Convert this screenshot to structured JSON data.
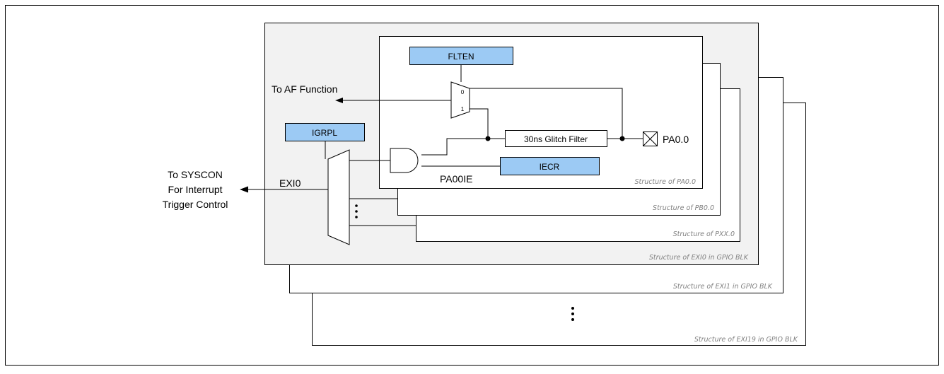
{
  "diagram": {
    "captions": {
      "exi19": "Structure of EXI19 in GPIO BLK",
      "exi1": "Structure of EXI1 in GPIO BLK",
      "exi0": "Structure of EXI0 in GPIO BLK",
      "pxx0": "Structure of PXX.0",
      "pb00": "Structure of PB0.0",
      "pa00": "Structure of PA0.0"
    },
    "registers": {
      "flten": "FLTEN",
      "igrpl": "IGRPL",
      "iecr": "IECR"
    },
    "blocks": {
      "glitch_filter": "30ns Glitch Filter"
    },
    "labels": {
      "af_function": "To AF Function",
      "pin": "PA0.0",
      "pa00ie": "PA00IE",
      "exi0": "EXI0",
      "syscon_line1": "To SYSCON",
      "syscon_line2": "For Interrupt",
      "syscon_line3": "Trigger Control",
      "mux_in0": "0",
      "mux_in1": "1"
    },
    "colors": {
      "register_fill": "#9ccaf4",
      "outer_fill": "#f2f2f2",
      "caption": "#808080",
      "line": "#000000"
    }
  }
}
